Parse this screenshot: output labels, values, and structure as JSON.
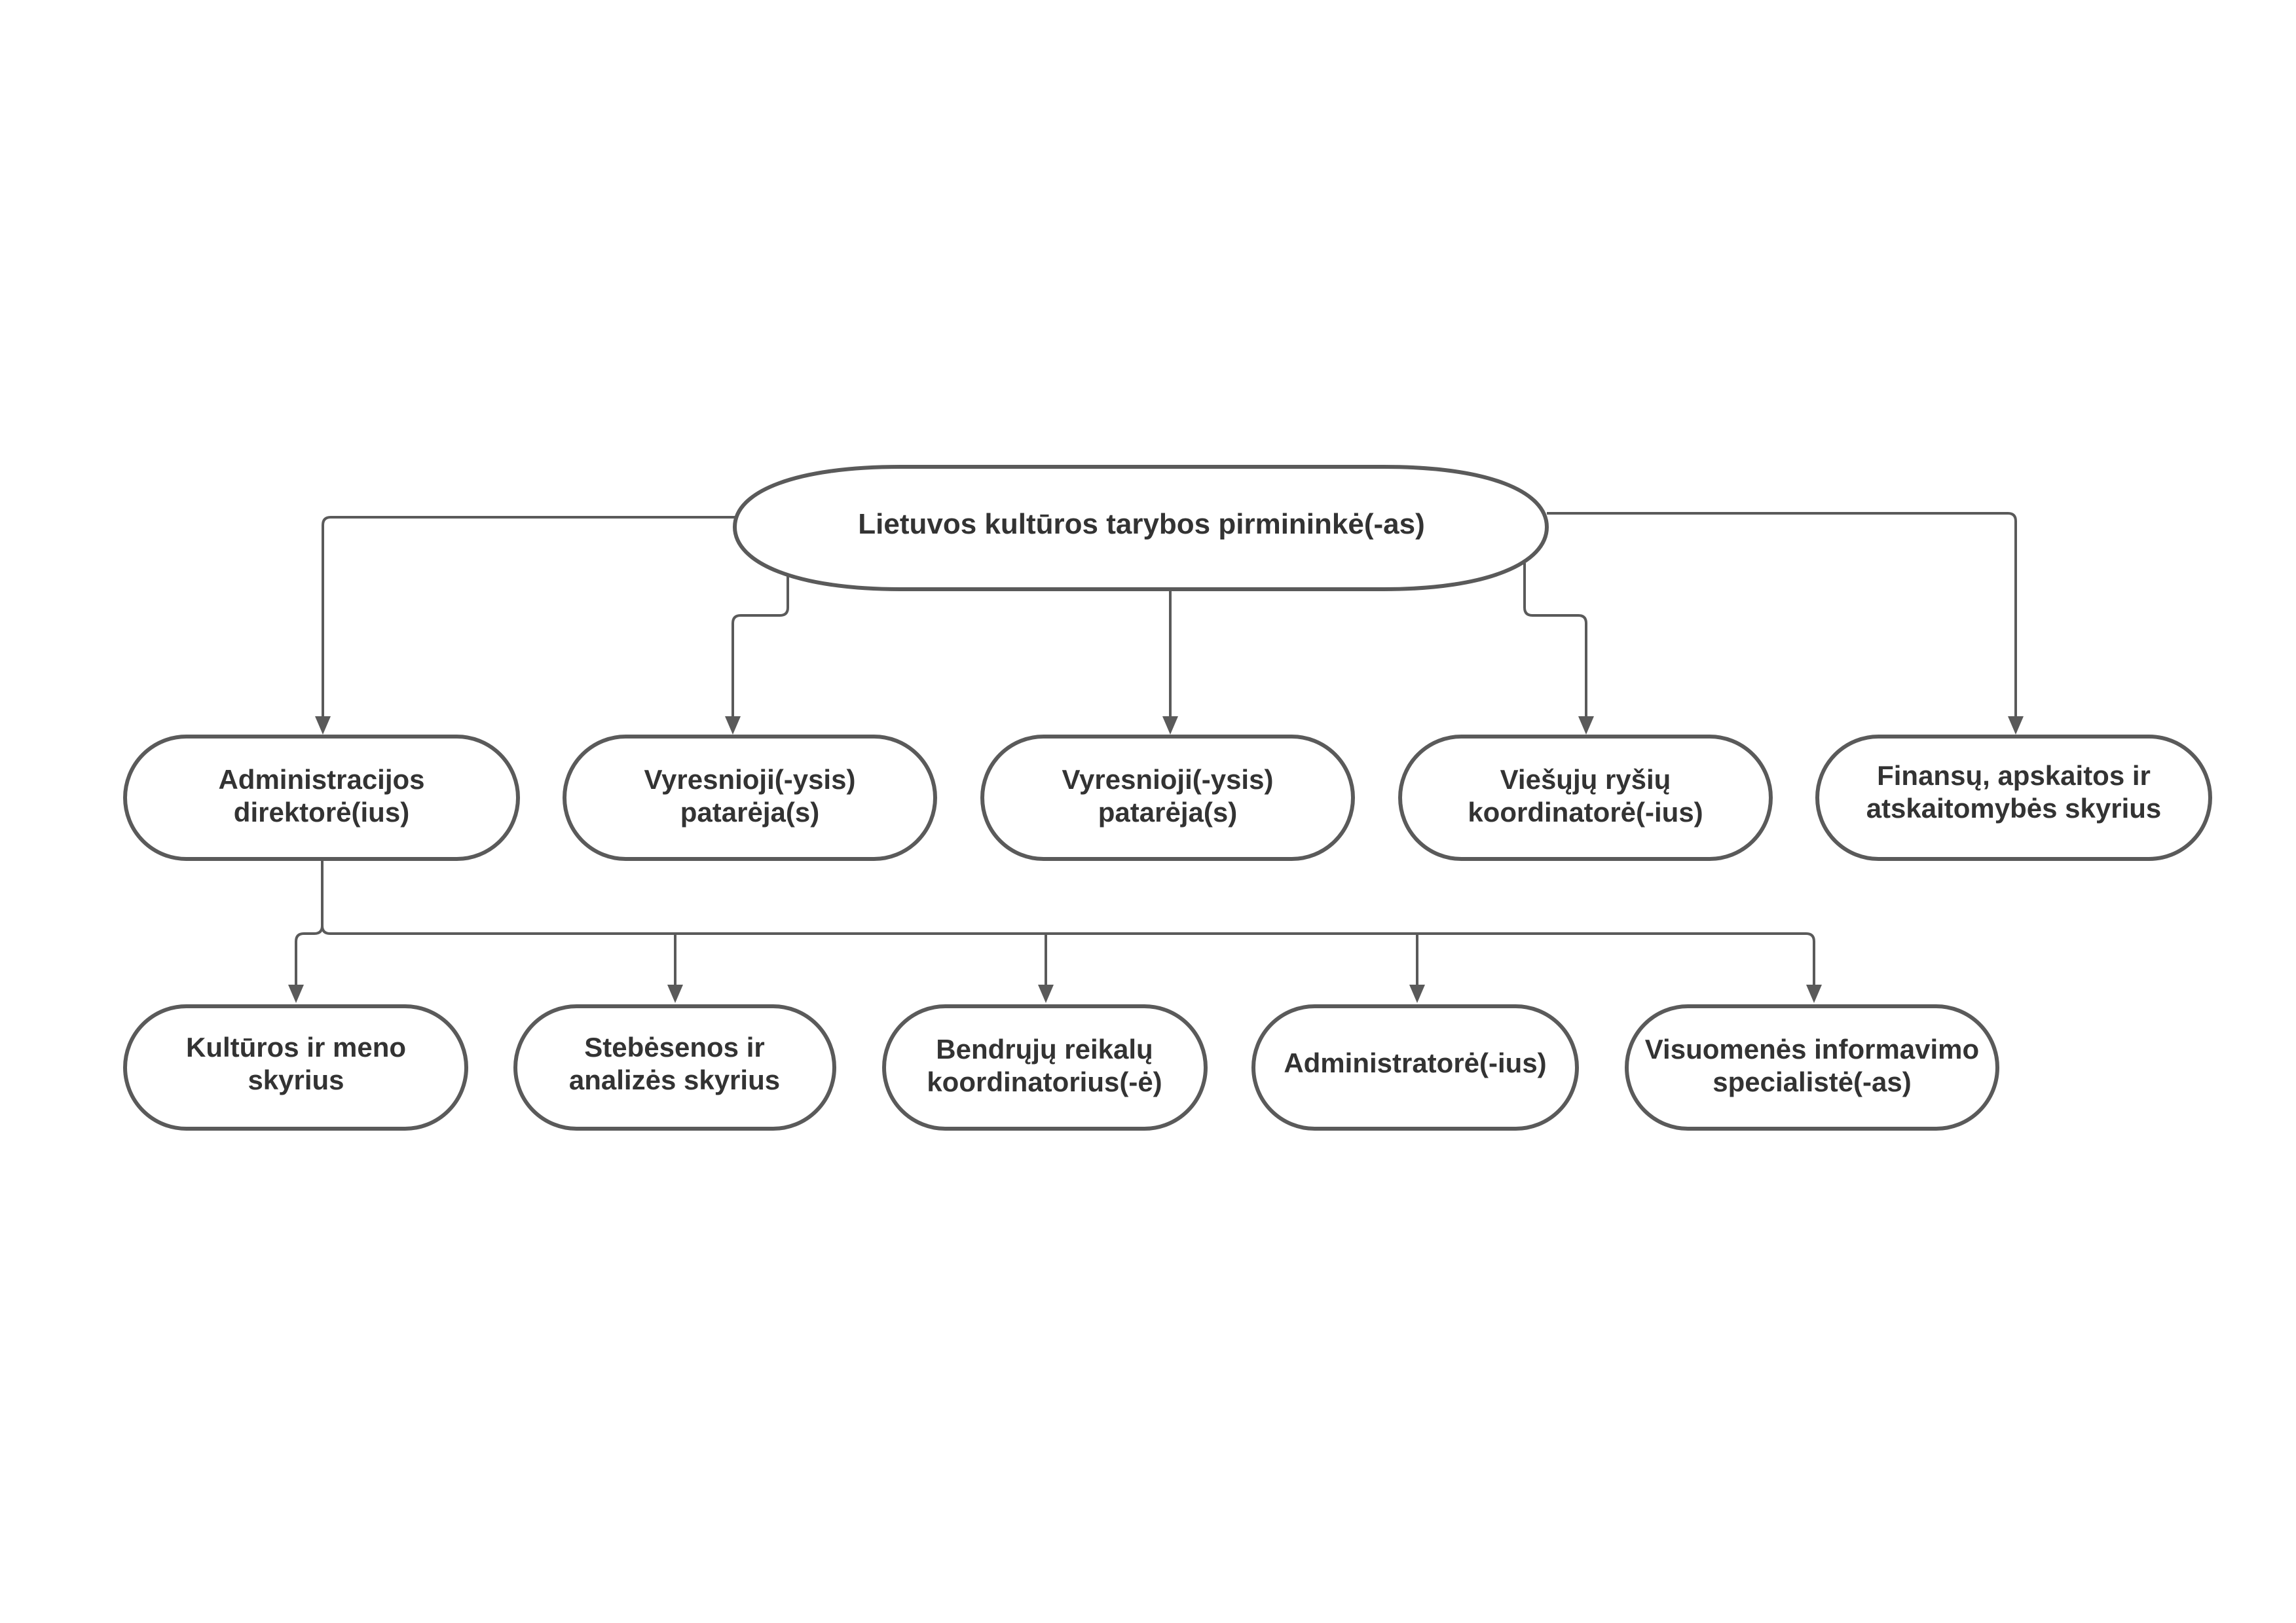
{
  "diagram": {
    "root": {
      "line1": "Lietuvos kultūros tarybos pirmininkė(-as)"
    },
    "level1": [
      {
        "line1": "Administracijos",
        "line2": "direktorė(ius)"
      },
      {
        "line1": "Vyresnioji(-ysis)",
        "line2": "patarėja(s)"
      },
      {
        "line1": "Vyresnioji(-ysis)",
        "line2": "patarėja(s)"
      },
      {
        "line1": "Viešųjų ryšių",
        "line2": "koordinatorė(-ius)"
      },
      {
        "line1": "Finansų, apskaitos ir",
        "line2": "atskaitomybės skyrius"
      }
    ],
    "level2": [
      {
        "line1": "Kultūros ir meno",
        "line2": "skyrius"
      },
      {
        "line1": "Stebėsenos ir",
        "line2": "analizės skyrius"
      },
      {
        "line1": "Bendrųjų reikalų",
        "line2": "koordinatorius(-ė)"
      },
      {
        "line1": "Administratorė(-ius)"
      },
      {
        "line1": "Visuomenės informavimo",
        "line2": "specialistė(-as)"
      }
    ]
  },
  "colors": {
    "stroke": "#5a5a5a",
    "text": "#333333",
    "background": "#ffffff"
  }
}
